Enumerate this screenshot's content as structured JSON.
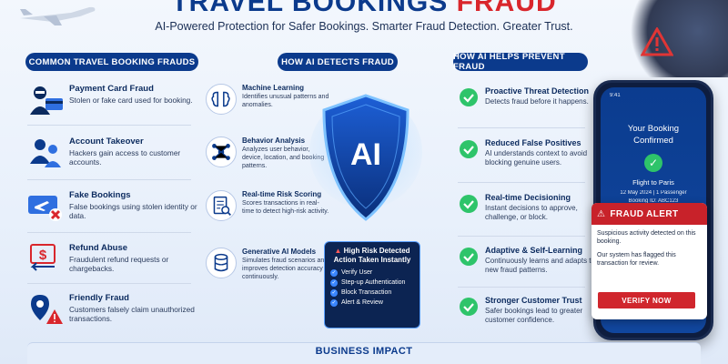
{
  "header": {
    "title_part1": "TRAVEL BOOKINGS",
    "title_part2": "FRAUD",
    "subtitle": "AI-Powered Protection for Safer Bookings. Smarter Fraud Detection. Greater Trust."
  },
  "columns": {
    "left": "COMMON TRAVEL BOOKING FRAUDS",
    "middle": "HOW AI DETECTS FRAUD",
    "right": "HOW AI HELPS PREVENT FRAUD"
  },
  "frauds": [
    {
      "title": "Payment Card Fraud",
      "desc": "Stolen or fake card used for booking.",
      "icon": "hacker-card-icon"
    },
    {
      "title": "Account Takeover",
      "desc": "Hackers gain access to customer accounts.",
      "icon": "users-icon"
    },
    {
      "title": "Fake Bookings",
      "desc": "False bookings using stolen identity or data.",
      "icon": "ticket-x-icon"
    },
    {
      "title": "Refund Abuse",
      "desc": "Fraudulent refund requests or chargebacks.",
      "icon": "refund-icon"
    },
    {
      "title": "Friendly Fraud",
      "desc": "Customers falsely claim unauthorized transactions.",
      "icon": "location-warning-icon"
    }
  ],
  "detects": [
    {
      "title": "Machine Learning",
      "desc": "Identifies unusual patterns and anomalies.",
      "icon": "brain-icon"
    },
    {
      "title": "Behavior Analysis",
      "desc": "Analyzes user behavior, device, location, and booking patterns.",
      "icon": "network-icon"
    },
    {
      "title": "Real-time Risk Scoring",
      "desc": "Scores transactions in real-time to detect high-risk activity.",
      "icon": "document-search-icon"
    },
    {
      "title": "Generative AI Models",
      "desc": "Simulates fraud scenarios and improves detection accuracy continuously.",
      "icon": "database-icon"
    }
  ],
  "shield_text": "AI",
  "risk": {
    "heading_line1": "High Risk Detected",
    "heading_line2": "Action Taken Instantly",
    "actions": [
      "Verify User",
      "Step-up Authentication",
      "Block Transaction",
      "Alert & Review"
    ]
  },
  "prevents": [
    {
      "title": "Proactive Threat Detection",
      "desc": "Detects fraud before it happens."
    },
    {
      "title": "Reduced False Positives",
      "desc": "AI understands context to avoid blocking genuine users."
    },
    {
      "title": "Real-time Decisioning",
      "desc": "Instant decisions to approve, challenge, or block."
    },
    {
      "title": "Adaptive & Self-Learning",
      "desc": "Continuously learns and adapts to new fraud patterns."
    },
    {
      "title": "Stronger Customer Trust",
      "desc": "Safer bookings lead to greater customer confidence."
    }
  ],
  "phone": {
    "time": "9:41",
    "confirm_line1": "Your Booking",
    "confirm_line2": "Confirmed",
    "flight": "Flight to Paris",
    "flight_detail": "12 May 2024 | 1 Passenger",
    "booking_id": "Booking ID: ABC123"
  },
  "alert": {
    "title": "FRAUD ALERT",
    "msg1": "Suspicious activity detected on this booking.",
    "msg2": "Our system has flagged this transaction for review.",
    "button": "VERIFY NOW"
  },
  "footer": {
    "title": "BUSINESS IMPACT"
  },
  "colors": {
    "navy": "#0b3a8c",
    "red": "#d9262c",
    "green": "#2ec46a"
  }
}
